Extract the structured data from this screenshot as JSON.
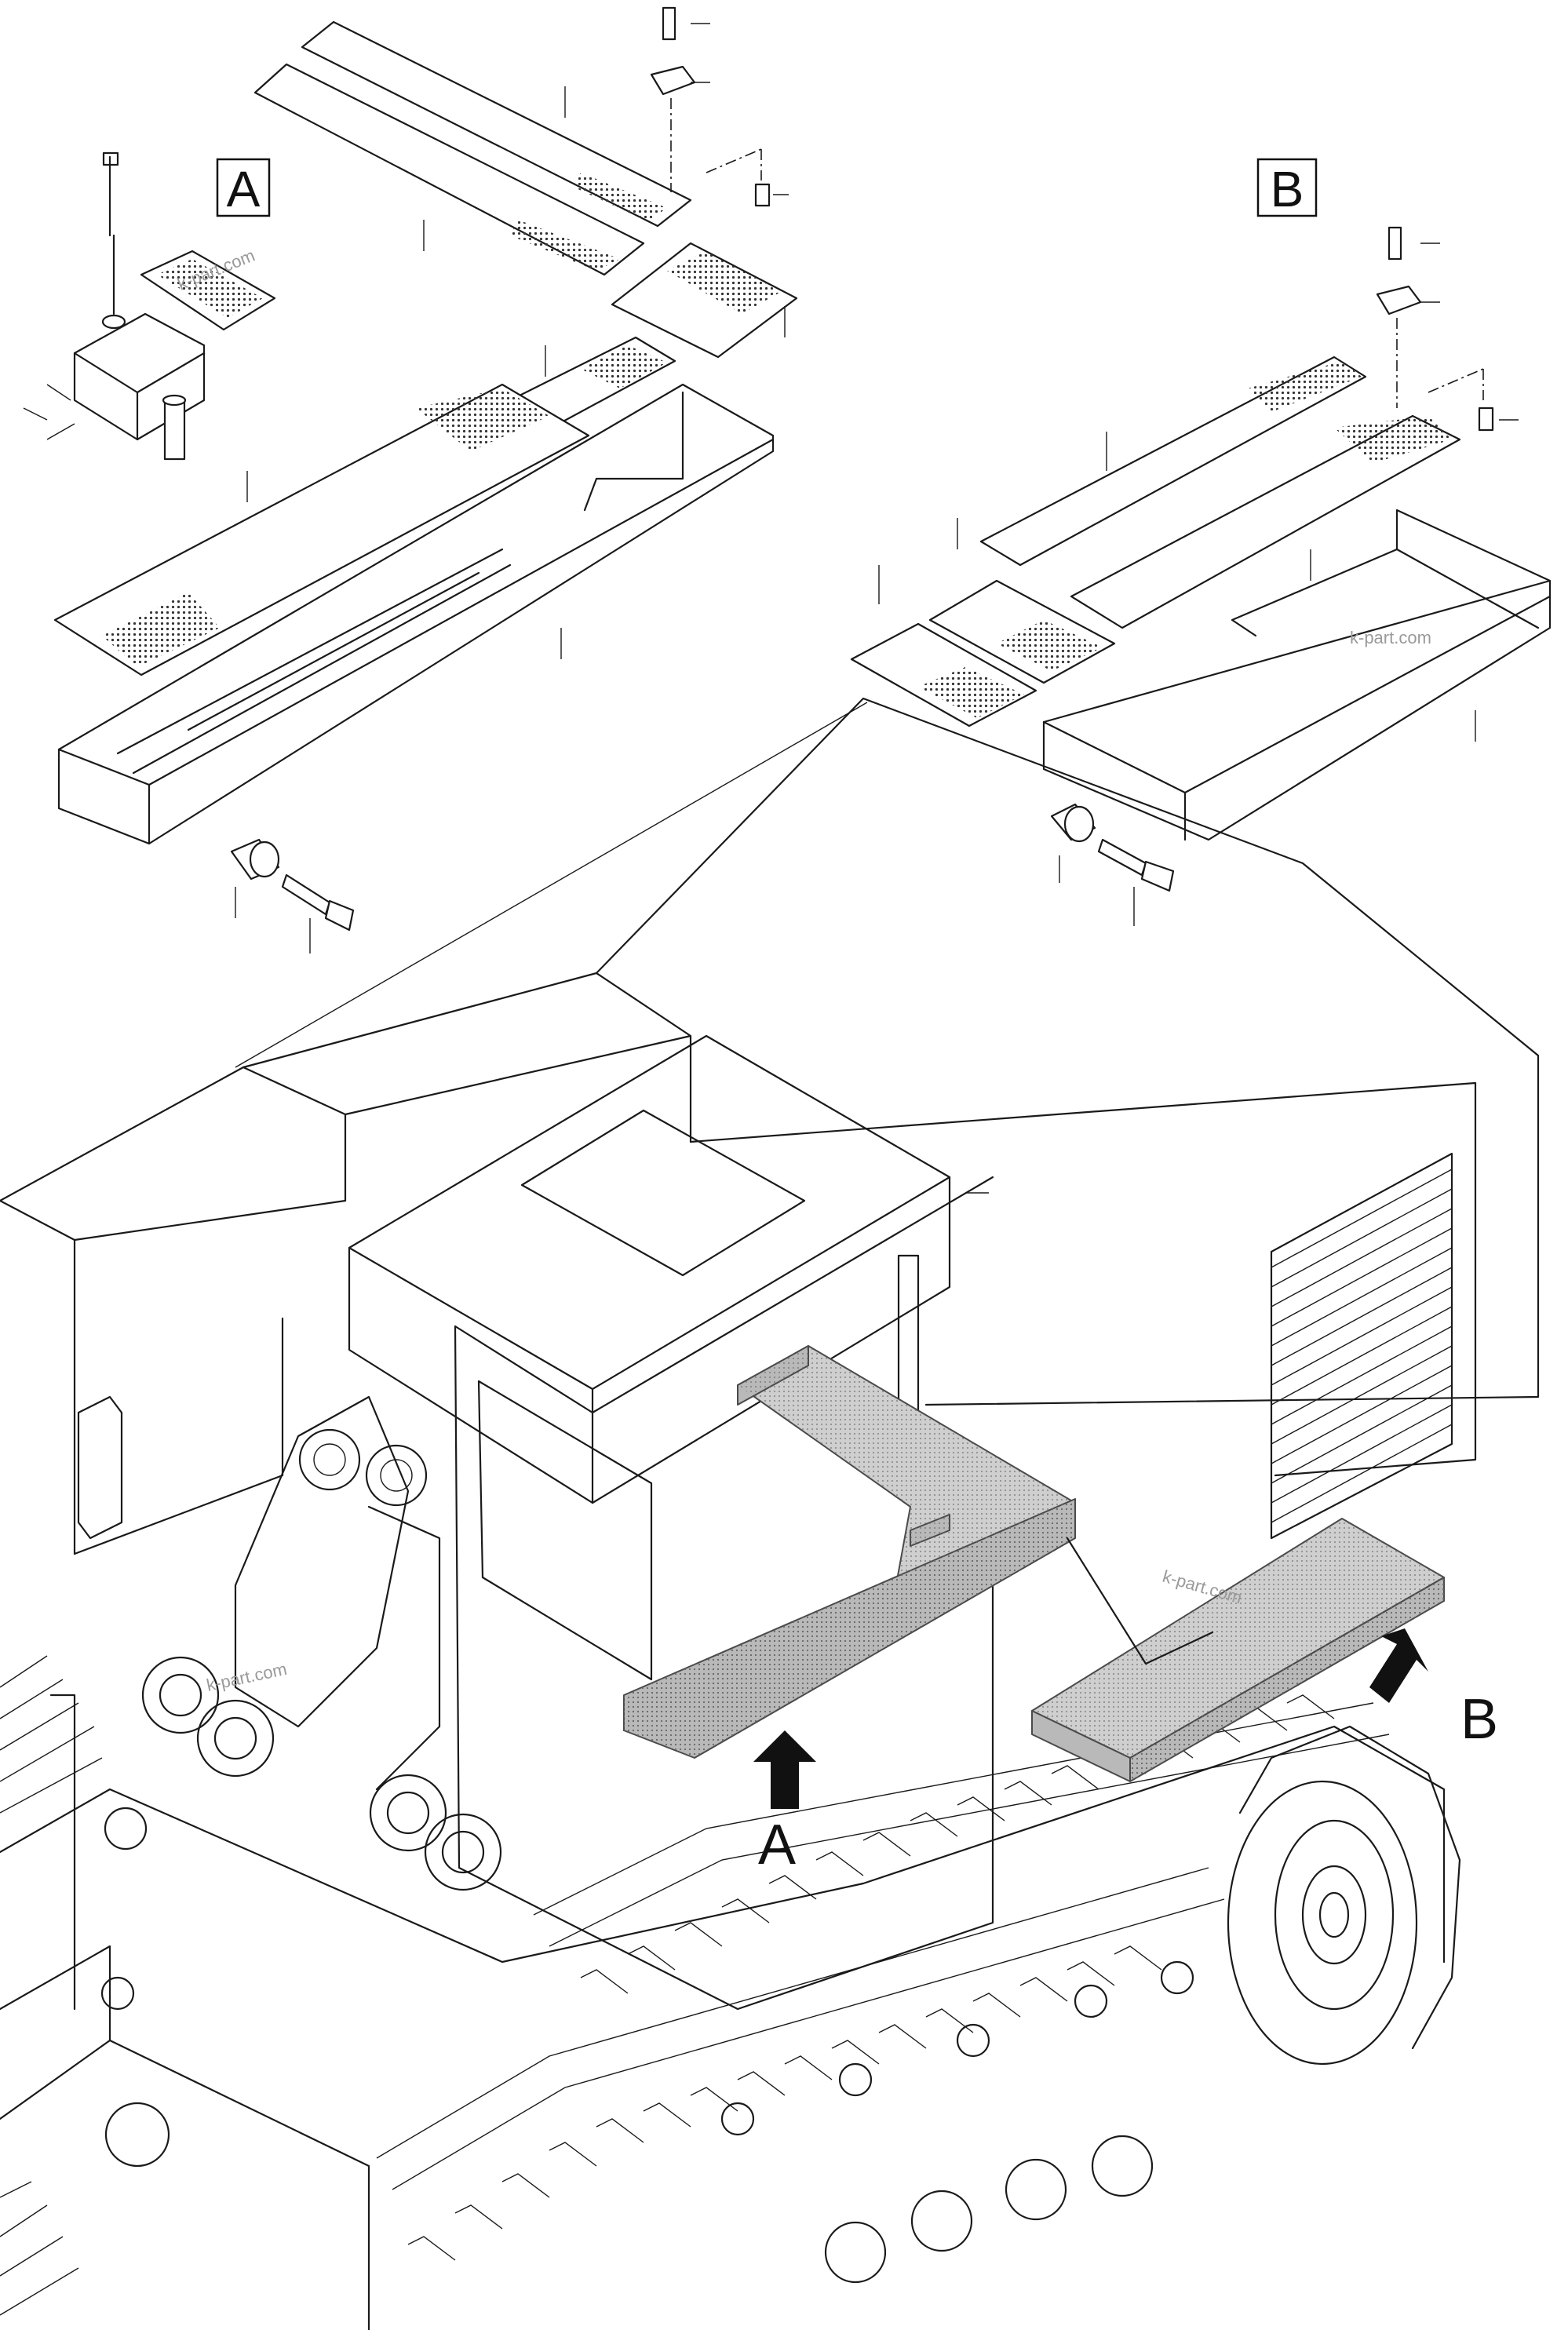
{
  "detail_labels": {
    "a": "A",
    "b": "B"
  },
  "arrow_labels": {
    "a": "A",
    "b": "B"
  },
  "watermarks": [
    "k-part.com",
    "k-part.com",
    "k-part.com",
    "k-part.com"
  ],
  "colors": {
    "line": "#1a1a1a",
    "highlight": "#b9b9b9",
    "arrow": "#111111",
    "watermark": "#9a9a9a"
  }
}
